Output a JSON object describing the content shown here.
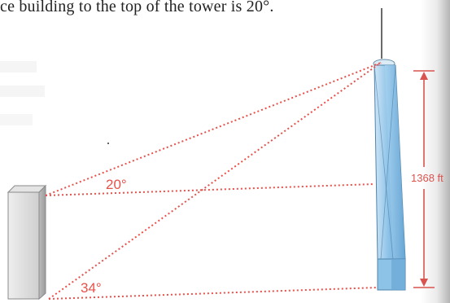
{
  "problem_text": "ce building to the top of the tower is 20°.",
  "diagram": {
    "angle_upper": "20°",
    "angle_lower": "34°",
    "tower_height": "1368 ft",
    "colors": {
      "sight_lines": "#e8514a",
      "measure": "#d9534f",
      "tower": "#8fc3e6",
      "building": "#c9c9c9",
      "text": "#222222"
    }
  }
}
